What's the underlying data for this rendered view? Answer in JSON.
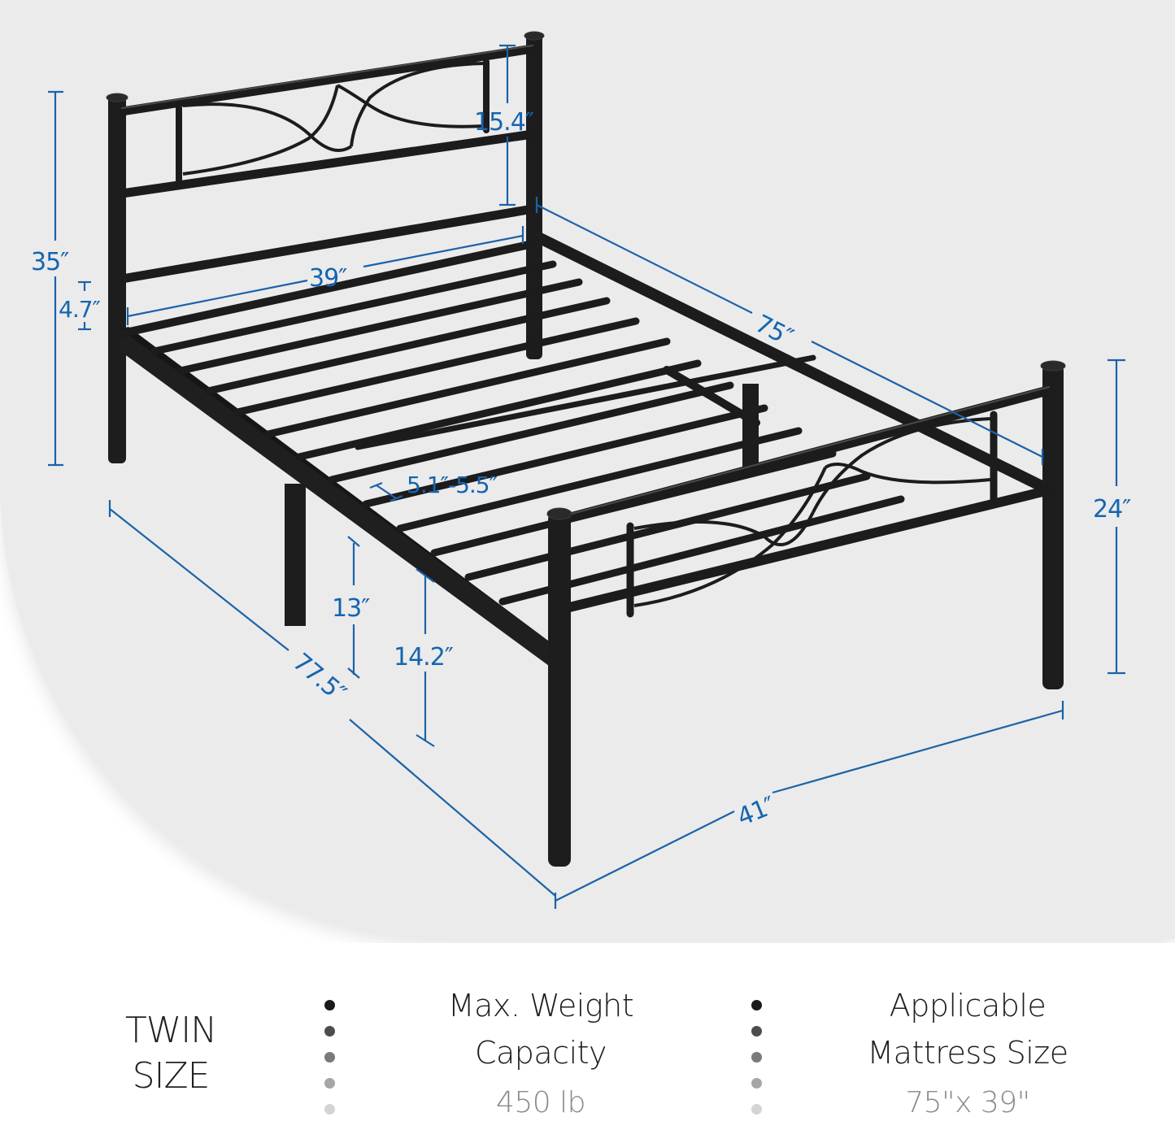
{
  "product": {
    "type": "Metal platform bed frame",
    "color": "#1c1c1c"
  },
  "dimensions": {
    "overall_height": "35″",
    "headboard_panel_height": "15.4″",
    "headboard_inner_width": "39″",
    "headboard_gap_above_frame": "4.7″",
    "inner_length": "75″",
    "footboard_height": "24″",
    "slat_spacing": "5.1″-5.5″",
    "under_bed_clearance": "13″",
    "frame_height": "14.2″",
    "overall_length": "77.5″",
    "overall_width": "41″"
  },
  "colors": {
    "dimension_blue": "#1565b0",
    "panel_background": "#ebebeb",
    "page_background": "#ffffff",
    "dot_shades": [
      "#1a1a1a",
      "#4d4d4d",
      "#7a7a7a",
      "#a6a6a6",
      "#d4d4d4"
    ]
  },
  "specs": {
    "size_line1": "TWIN",
    "size_line2": "SIZE",
    "weight": {
      "title_line1": "Max. Weight",
      "title_line2": "Capacity",
      "value": "450 lb"
    },
    "mattress": {
      "title_line1": "Applicable",
      "title_line2": "Mattress Size",
      "value": "75\"x 39\""
    }
  }
}
